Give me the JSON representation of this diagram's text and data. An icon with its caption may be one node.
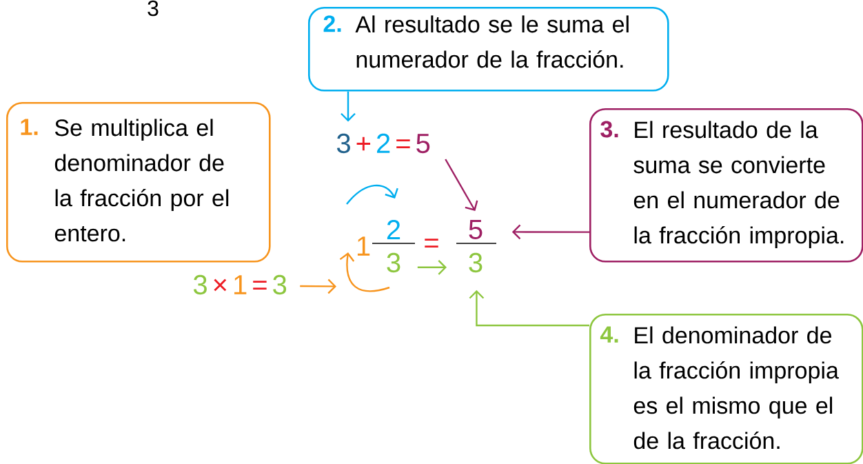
{
  "diagram": {
    "nodes": [
      {
        "text": [
          "1.",
          "Se multiplica el denominador de la fracción por el entero."
        ]
      },
      {
        "text": [
          "2.",
          "Al resultado se le suma el numerador de la fracción."
        ]
      },
      {
        "text": [
          "3.",
          "El resultado de la suma se convierte en el numerador de la fracción impropia."
        ]
      },
      {
        "text": [
          "4.",
          "El denominador de la fracción impropia es el mismo que el de la fracción."
        ]
      },
      {
        "text": [
          "3",
          "+",
          "2",
          "=",
          "5"
        ]
      },
      {
        "text": [
          "1",
          "2",
          "3"
        ]
      },
      {
        "text": [
          "5",
          "3"
        ]
      },
      {
        "text": [
          "3",
          "×",
          "1",
          "=",
          "3"
        ]
      }
    ],
    "edges": [
      {
        "from": 1,
        "to": 4,
        "arrow": "to",
        "color": "#00aeef"
      },
      {
        "from": 4,
        "to": 6,
        "arrow": "to",
        "color": "#9e1f63"
      },
      {
        "from": 2,
        "to": 6,
        "arrow": "to",
        "color": "#9e1f63"
      },
      {
        "from": 3,
        "to": 6,
        "arrow": "to",
        "color": "#8dc63f"
      },
      {
        "from": 5,
        "to": 6,
        "arrow": "to",
        "color": "#8dc63f"
      },
      {
        "from": 7,
        "to": 5,
        "arrow": "to",
        "color": "#f7941d"
      }
    ],
    "labels": [
      "3",
      "="
    ]
  }
}
